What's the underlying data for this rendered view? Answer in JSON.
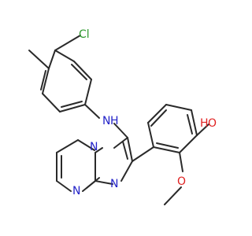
{
  "molecule": {
    "atoms": {
      "Cl": {
        "text": "Cl",
        "color": "#2f9a2f"
      },
      "NH_N": {
        "text": "N",
        "color": "#2323c8"
      },
      "NH_H": {
        "text": "H",
        "color": "#2323c8"
      },
      "N_bridge": {
        "text": "N",
        "color": "#2323c8"
      },
      "N_ring_bottom": {
        "text": "N",
        "color": "#2323c8"
      },
      "N_ring_right": {
        "text": "N",
        "color": "#2323c8"
      },
      "OH_H": {
        "text": "H",
        "color": "#e02020"
      },
      "OH_O": {
        "text": "O",
        "color": "#e02020"
      },
      "OMe_O": {
        "text": "O",
        "color": "#e02020"
      }
    },
    "bond_color": "#2a2a2a"
  }
}
